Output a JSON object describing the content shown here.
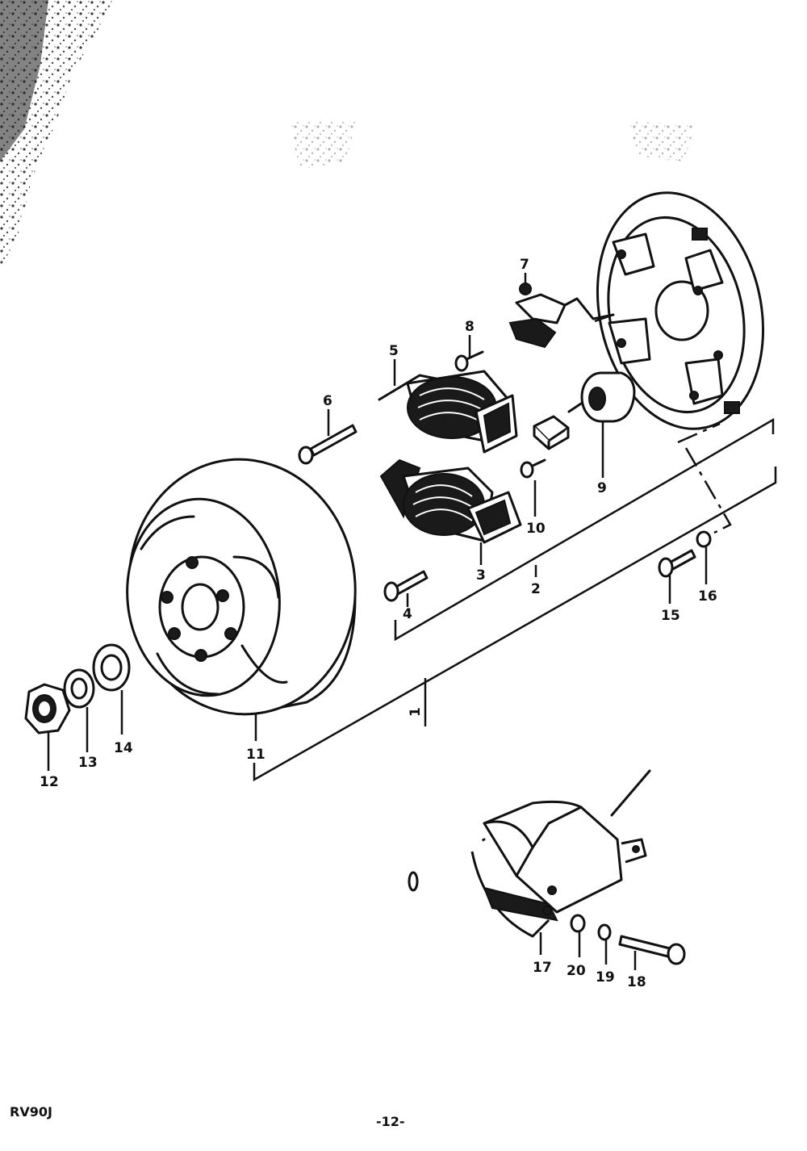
{
  "footer": {
    "model_code": "RV90J",
    "page_number": "-12-"
  },
  "callouts": [
    {
      "id": "c1",
      "text": "1"
    },
    {
      "id": "c2",
      "text": "2"
    },
    {
      "id": "c3",
      "text": "3"
    },
    {
      "id": "c4",
      "text": "4"
    },
    {
      "id": "c5",
      "text": "5"
    },
    {
      "id": "c6",
      "text": "6"
    },
    {
      "id": "c7",
      "text": "7"
    },
    {
      "id": "c8",
      "text": "8"
    },
    {
      "id": "c9",
      "text": "9"
    },
    {
      "id": "c10",
      "text": "10"
    },
    {
      "id": "c11",
      "text": "11"
    },
    {
      "id": "c12",
      "text": "12"
    },
    {
      "id": "c13",
      "text": "13"
    },
    {
      "id": "c14",
      "text": "14"
    },
    {
      "id": "c15",
      "text": "15"
    },
    {
      "id": "c16",
      "text": "16"
    },
    {
      "id": "c17",
      "text": "17"
    },
    {
      "id": "c18",
      "text": "18"
    },
    {
      "id": "c19",
      "text": "19"
    },
    {
      "id": "c20",
      "text": "20"
    }
  ]
}
